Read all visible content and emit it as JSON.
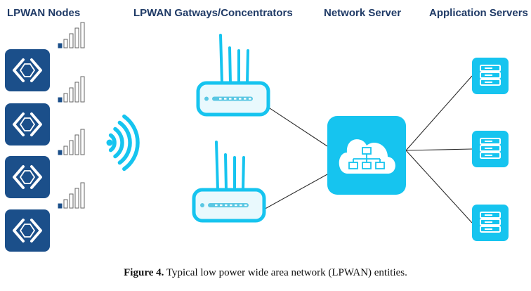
{
  "headers": {
    "nodes": "LPWAN Nodes",
    "gateways": "LPWAN Gatways/Concentrators",
    "network": "Network Server",
    "applications": "Application Servers"
  },
  "caption": {
    "label": "Figure 4.",
    "text": "Typical low power wide area network (LPWAN) entities."
  },
  "nodes": [
    {
      "icon": "node-chip-icon",
      "signal_bars_filled": 1
    },
    {
      "icon": "node-chip-icon",
      "signal_bars_filled": 1
    },
    {
      "icon": "node-chip-icon",
      "signal_bars_filled": 1
    },
    {
      "icon": "node-chip-icon",
      "signal_bars_filled": 1
    }
  ],
  "gateways": [
    {
      "icon": "gateway-router-icon"
    },
    {
      "icon": "gateway-router-icon"
    }
  ],
  "network_server": {
    "icon": "cloud-network-icon"
  },
  "application_servers": [
    {
      "icon": "server-rack-icon"
    },
    {
      "icon": "server-rack-icon"
    },
    {
      "icon": "server-rack-icon"
    }
  ],
  "colors": {
    "node_fill": "#1b4f8a",
    "accent_cyan": "#16c4ef",
    "header_text": "#1f3a66",
    "line": "#2b2b2b"
  }
}
